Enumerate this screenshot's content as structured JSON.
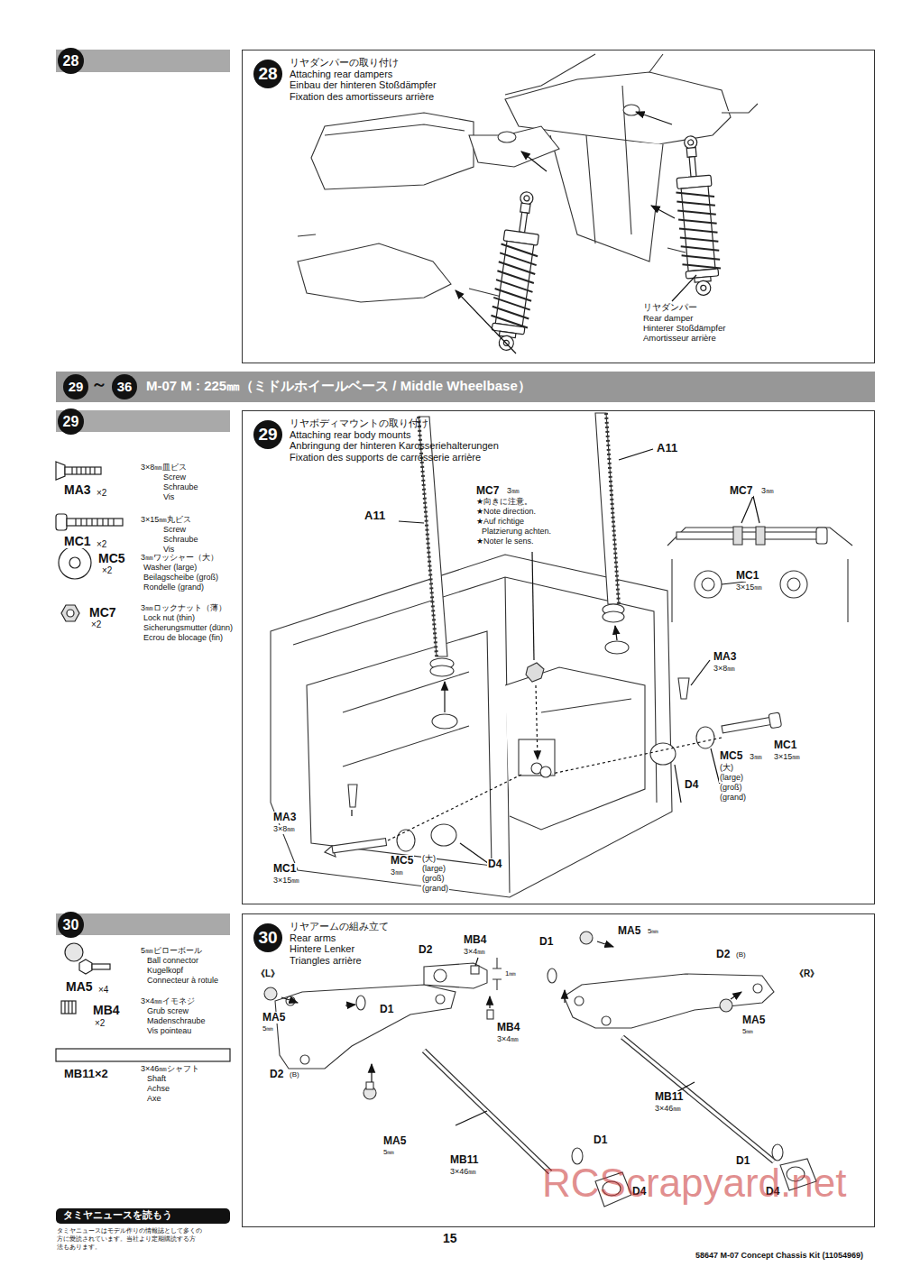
{
  "diagram": {
    "nodes": [
      {
        "text": [
          "28"
        ]
      },
      {
        "text": [
          "28",
          "リヤダンパーの取り付け",
          "Attaching rear dampers",
          "Einbau der hinteren Stoßdämpfer",
          "Fixation des amortisseurs arrière"
        ]
      },
      {
        "text": [
          "29",
          "～",
          "36",
          "M-07 M : 225㎜（ミドルホイールベース / Middle Wheelbase）"
        ]
      },
      {
        "text": [
          "29"
        ]
      },
      {
        "text": [
          "29",
          "リヤボディマウントの取り付け",
          "Attaching rear body mounts",
          "Anbringung der hinteren Karosseriehalterungen",
          "Fixation des supports de carrosserie arrière"
        ]
      },
      {
        "text": [
          "30"
        ]
      },
      {
        "text": [
          "30",
          "リヤアームの組み立て",
          "Rear arms",
          "Hintere Lenker",
          "Triangles arrière"
        ]
      },
      {
        "text": [
          "タミヤニュースを読もう"
        ]
      }
    ],
    "labels": [
      "リヤダンパー",
      "Rear damper",
      "Hinterer Stoßdämpfer",
      "Amortisseur arrière",
      "MA3",
      "×2",
      "3×8㎜皿ビス",
      "Screw",
      "Schraube",
      "Vis",
      "MC1",
      "×2",
      "3×15㎜丸ビス",
      "Screw",
      "Schraube",
      "Vis",
      "MC5",
      "×2",
      "3㎜ワッシャー（大）",
      "Washer (large)",
      "Beilagscheibe (groß)",
      "Rondelle (grand)",
      "MC7",
      "×2",
      "3㎜ロックナット（薄）",
      "Lock nut (thin)",
      "Sicherungsmutter (dünn)",
      "Ecrou de blocage (fin)",
      "A11",
      "A11",
      "MC7",
      "3㎜",
      "★向きに注意。",
      "★Note direction.",
      "★Auf richtige",
      "Platzierung achten.",
      "★Noter le sens.",
      "MC7",
      "3㎜",
      "MC1",
      "3×15㎜",
      "MA3",
      "3×8㎜",
      "MC1",
      "3×15㎜",
      "MC5",
      "3㎜",
      "(大)",
      "(large)",
      "(groß)",
      "(grand)",
      "D4",
      "MA3",
      "3×8㎜",
      "MC1",
      "3×15㎜",
      "MC5",
      "3㎜",
      "(大)",
      "(large)",
      "(groß)",
      "(grand)",
      "D4",
      "MA5",
      "×4",
      "5㎜ピローボール",
      "Ball connector",
      "Kugelkopf",
      "Connecteur à rotule",
      "MB4",
      "×2",
      "3×4㎜イモネジ",
      "Grub screw",
      "Madenschraube",
      "Vis pointeau",
      "MB11×2",
      "3×46㎜シャフト",
      "Shaft",
      "Achse",
      "Axe",
      "D2",
      "MB4",
      "3×4㎜",
      "1㎜",
      "D1",
      "MA5",
      "5㎜",
      "D2",
      "(B)",
      "《R》",
      "MA5",
      "5㎜",
      "《L》",
      "MA5",
      "5㎜",
      "D1",
      "MB4",
      "3×4㎜",
      "D2",
      "(B)",
      "MA5",
      "5㎜",
      "MB11",
      "3×46㎜",
      "D1",
      "D4",
      "MB11",
      "3×46㎜",
      "D1",
      "D4",
      "タミヤニュースはモデル作りの情報誌として多くの",
      "方に愛読されています。当社より定期購読する方",
      "法もあります。",
      "15",
      "58647 M-07 Concept Chassis Kit (11054969)",
      "RCScrapyard.net"
    ]
  }
}
